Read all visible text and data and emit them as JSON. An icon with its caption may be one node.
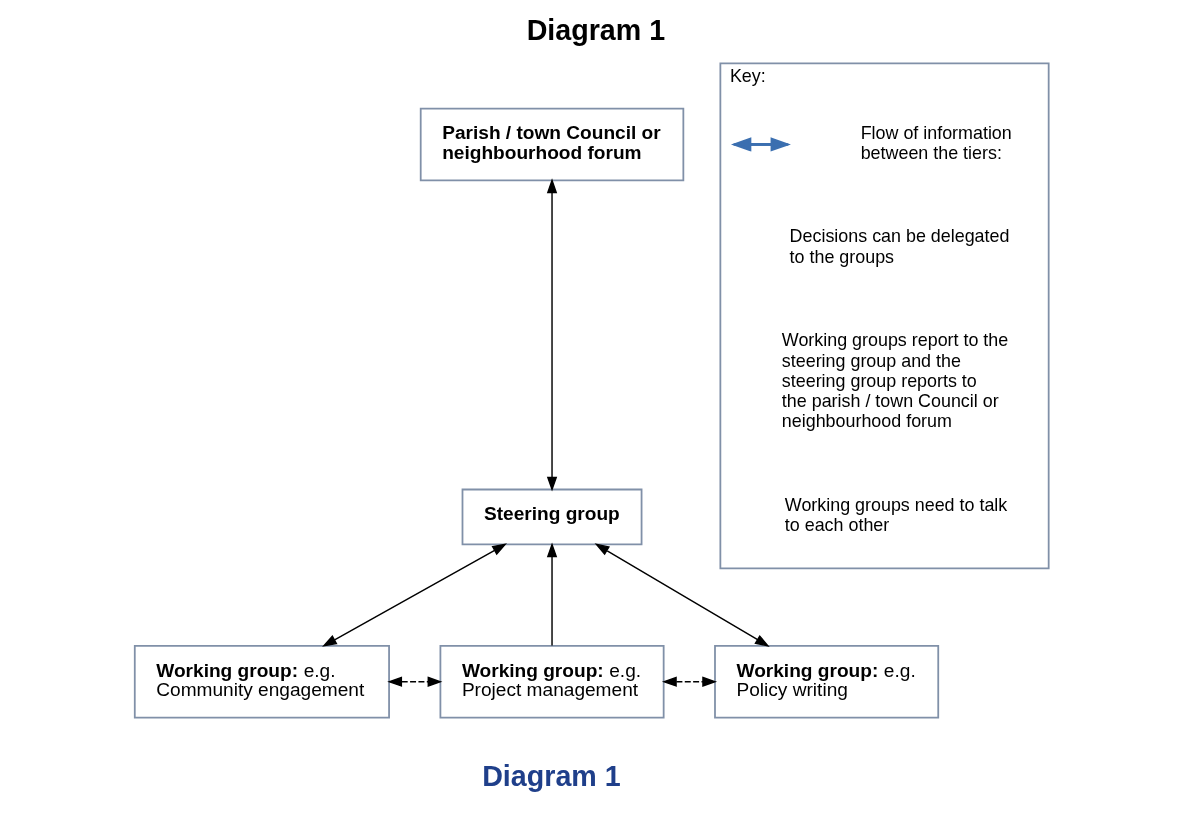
{
  "diagram": {
    "title": "Diagram 1",
    "caption": "Diagram 1",
    "nodes": [
      {
        "text": [
          "Parish / town Council or neighbourhood forum"
        ]
      },
      {
        "text": [
          "Steering group"
        ]
      },
      {
        "text": [
          "**Working group:** e.g. Community engagement"
        ]
      },
      {
        "text": [
          "**Working group:** e.g. Project management"
        ]
      },
      {
        "text": [
          "**Working group:** e.g. Policy writing"
        ]
      },
      {
        "text": [
          "Key:"
        ]
      }
    ],
    "edges": [
      {
        "from": 0,
        "to": 1,
        "arrow": "both"
      },
      {
        "from": 1,
        "to": 2,
        "arrow": "both"
      },
      {
        "from": 3,
        "to": 1,
        "arrow": "to"
      },
      {
        "from": 1,
        "to": 4,
        "arrow": "both"
      },
      {
        "from": 2,
        "to": 3,
        "arrow": "both",
        "style": "dashed"
      },
      {
        "from": 3,
        "to": 4,
        "arrow": "both",
        "style": "dashed"
      }
    ],
    "labels": [
      "Decisions can be delegated to the groups",
      "Working groups report to the steering group and the steering group reports to the parish / town Council or neighbourhood forum",
      "Working groups need to talk to each other"
    ],
    "legend": [
      {
        "text": "Flow of information between the tiers:",
        "color": "#3b6fb0"
      }
    ]
  }
}
